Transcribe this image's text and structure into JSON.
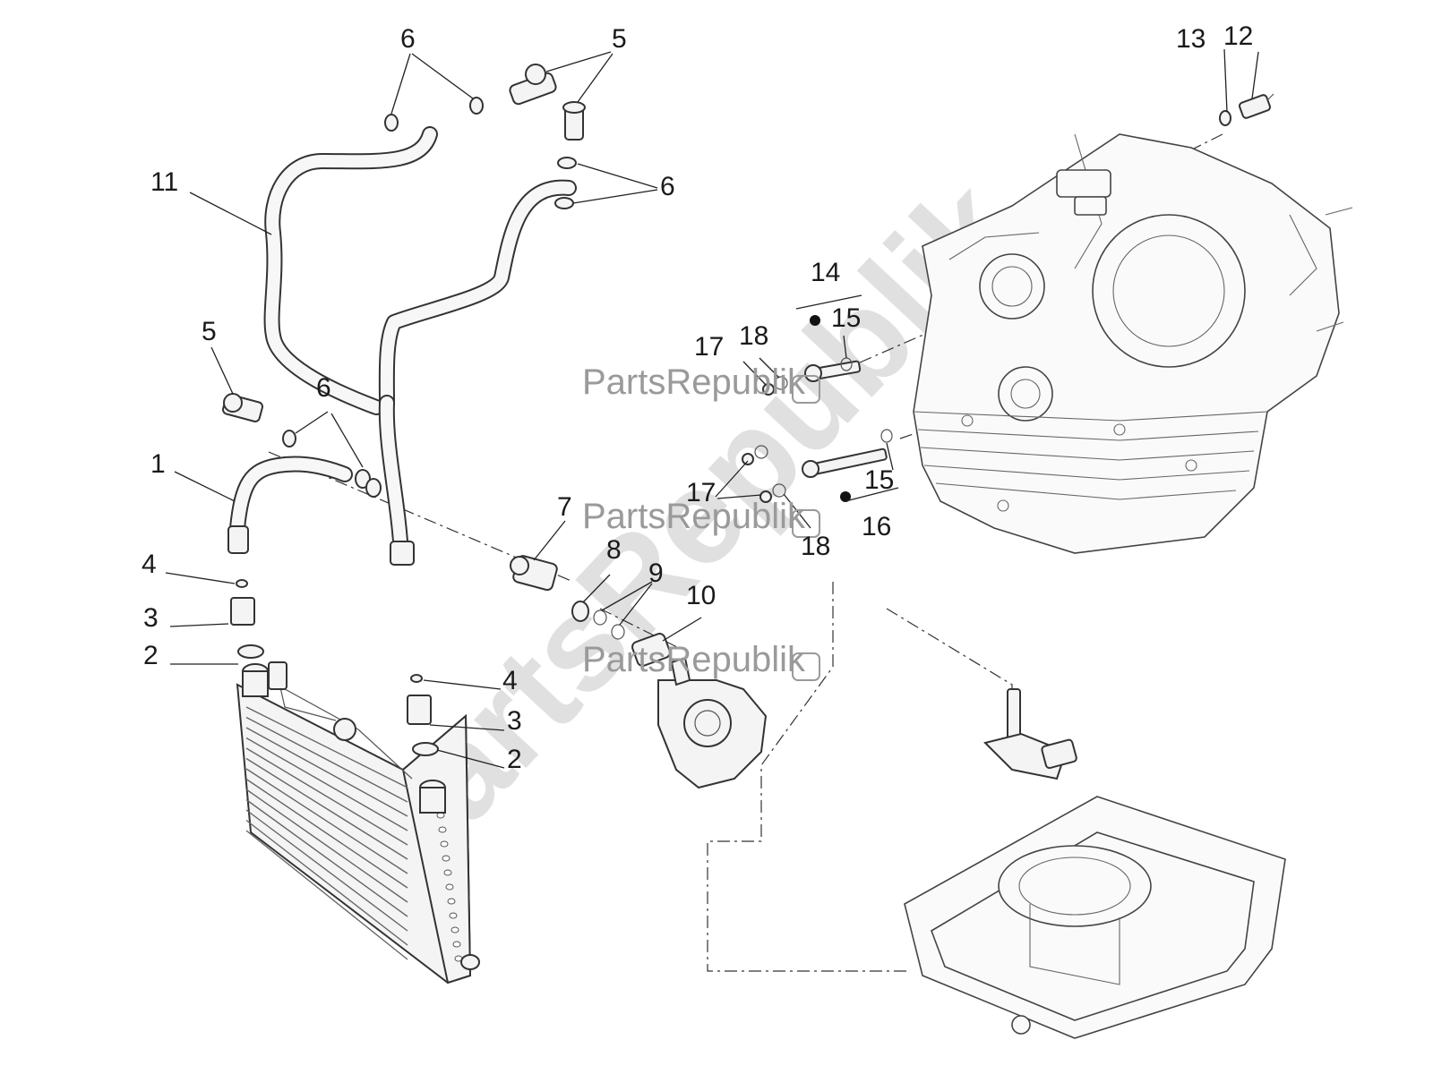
{
  "diagram": {
    "labels": [
      {
        "id": "lbl-6a",
        "text": "6"
      },
      {
        "id": "lbl-5a",
        "text": "5"
      },
      {
        "id": "lbl-11",
        "text": "11"
      },
      {
        "id": "lbl-6b",
        "text": "6"
      },
      {
        "id": "lbl-5b",
        "text": "5"
      },
      {
        "id": "lbl-6c",
        "text": "6"
      },
      {
        "id": "lbl-1",
        "text": "1"
      },
      {
        "id": "lbl-4a",
        "text": "4"
      },
      {
        "id": "lbl-3a",
        "text": "3"
      },
      {
        "id": "lbl-2a",
        "text": "2"
      },
      {
        "id": "lbl-4b",
        "text": "4"
      },
      {
        "id": "lbl-3b",
        "text": "3"
      },
      {
        "id": "lbl-2b",
        "text": "2"
      },
      {
        "id": "lbl-7",
        "text": "7"
      },
      {
        "id": "lbl-8",
        "text": "8"
      },
      {
        "id": "lbl-9",
        "text": "9"
      },
      {
        "id": "lbl-10",
        "text": "10"
      },
      {
        "id": "lbl-14",
        "text": "14"
      },
      {
        "id": "lbl-15a",
        "text": "15"
      },
      {
        "id": "lbl-15b",
        "text": "15"
      },
      {
        "id": "lbl-16",
        "text": "16"
      },
      {
        "id": "lbl-17a",
        "text": "17"
      },
      {
        "id": "lbl-18a",
        "text": "18"
      },
      {
        "id": "lbl-17b",
        "text": "17"
      },
      {
        "id": "lbl-18b",
        "text": "18"
      },
      {
        "id": "lbl-13",
        "text": "13"
      },
      {
        "id": "lbl-12",
        "text": "12"
      }
    ]
  },
  "watermark": {
    "small_text": "PartsRepublik",
    "large_text": "PartsRepublik"
  }
}
